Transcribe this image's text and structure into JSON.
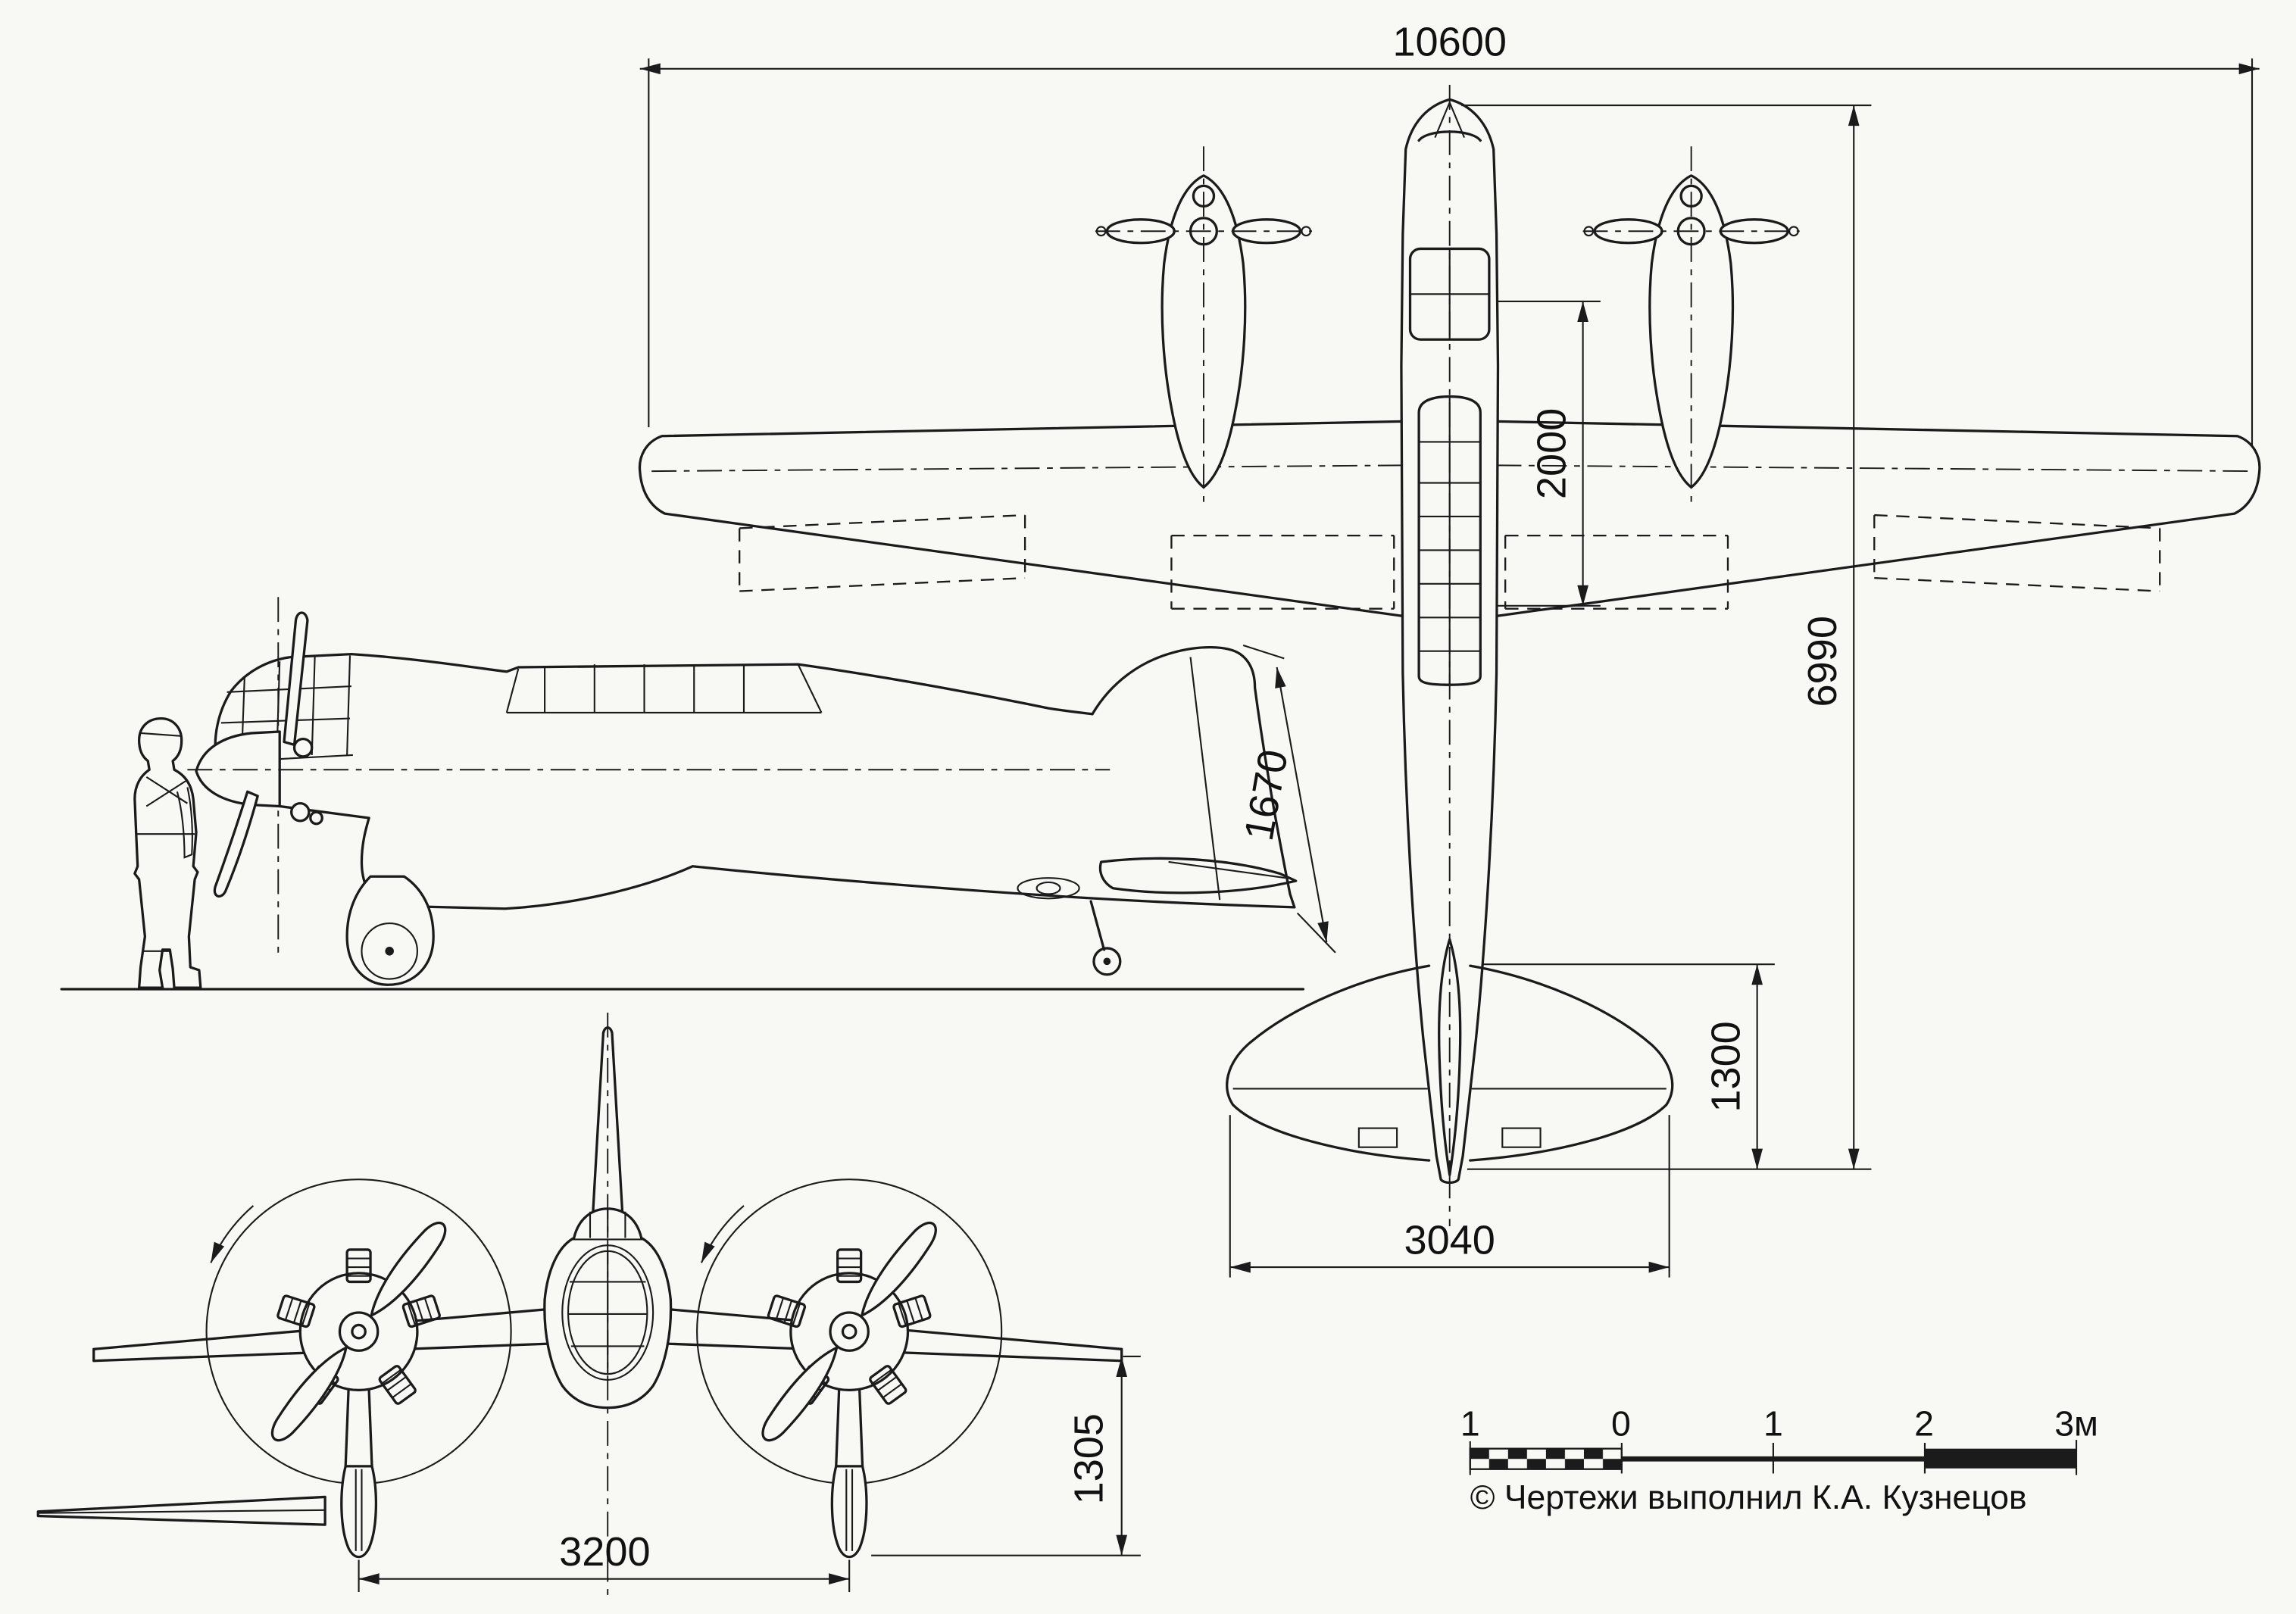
{
  "colors": {
    "line": "#1b1b1b",
    "background": "#f8f8f5"
  },
  "dimensions": {
    "wingspan": "10600",
    "cabin_length": "2000",
    "overall_length": "6990",
    "rear_fuselage": "1300",
    "tailplane_span": "3040",
    "fin_height": "1670",
    "gear_track": "3200",
    "wingtip_height": "1305"
  },
  "scale_bar": {
    "labels": [
      "1",
      "0",
      "1",
      "2",
      "3м"
    ]
  },
  "credit": "© Чертежи выполнил К.А. Кузнецов"
}
